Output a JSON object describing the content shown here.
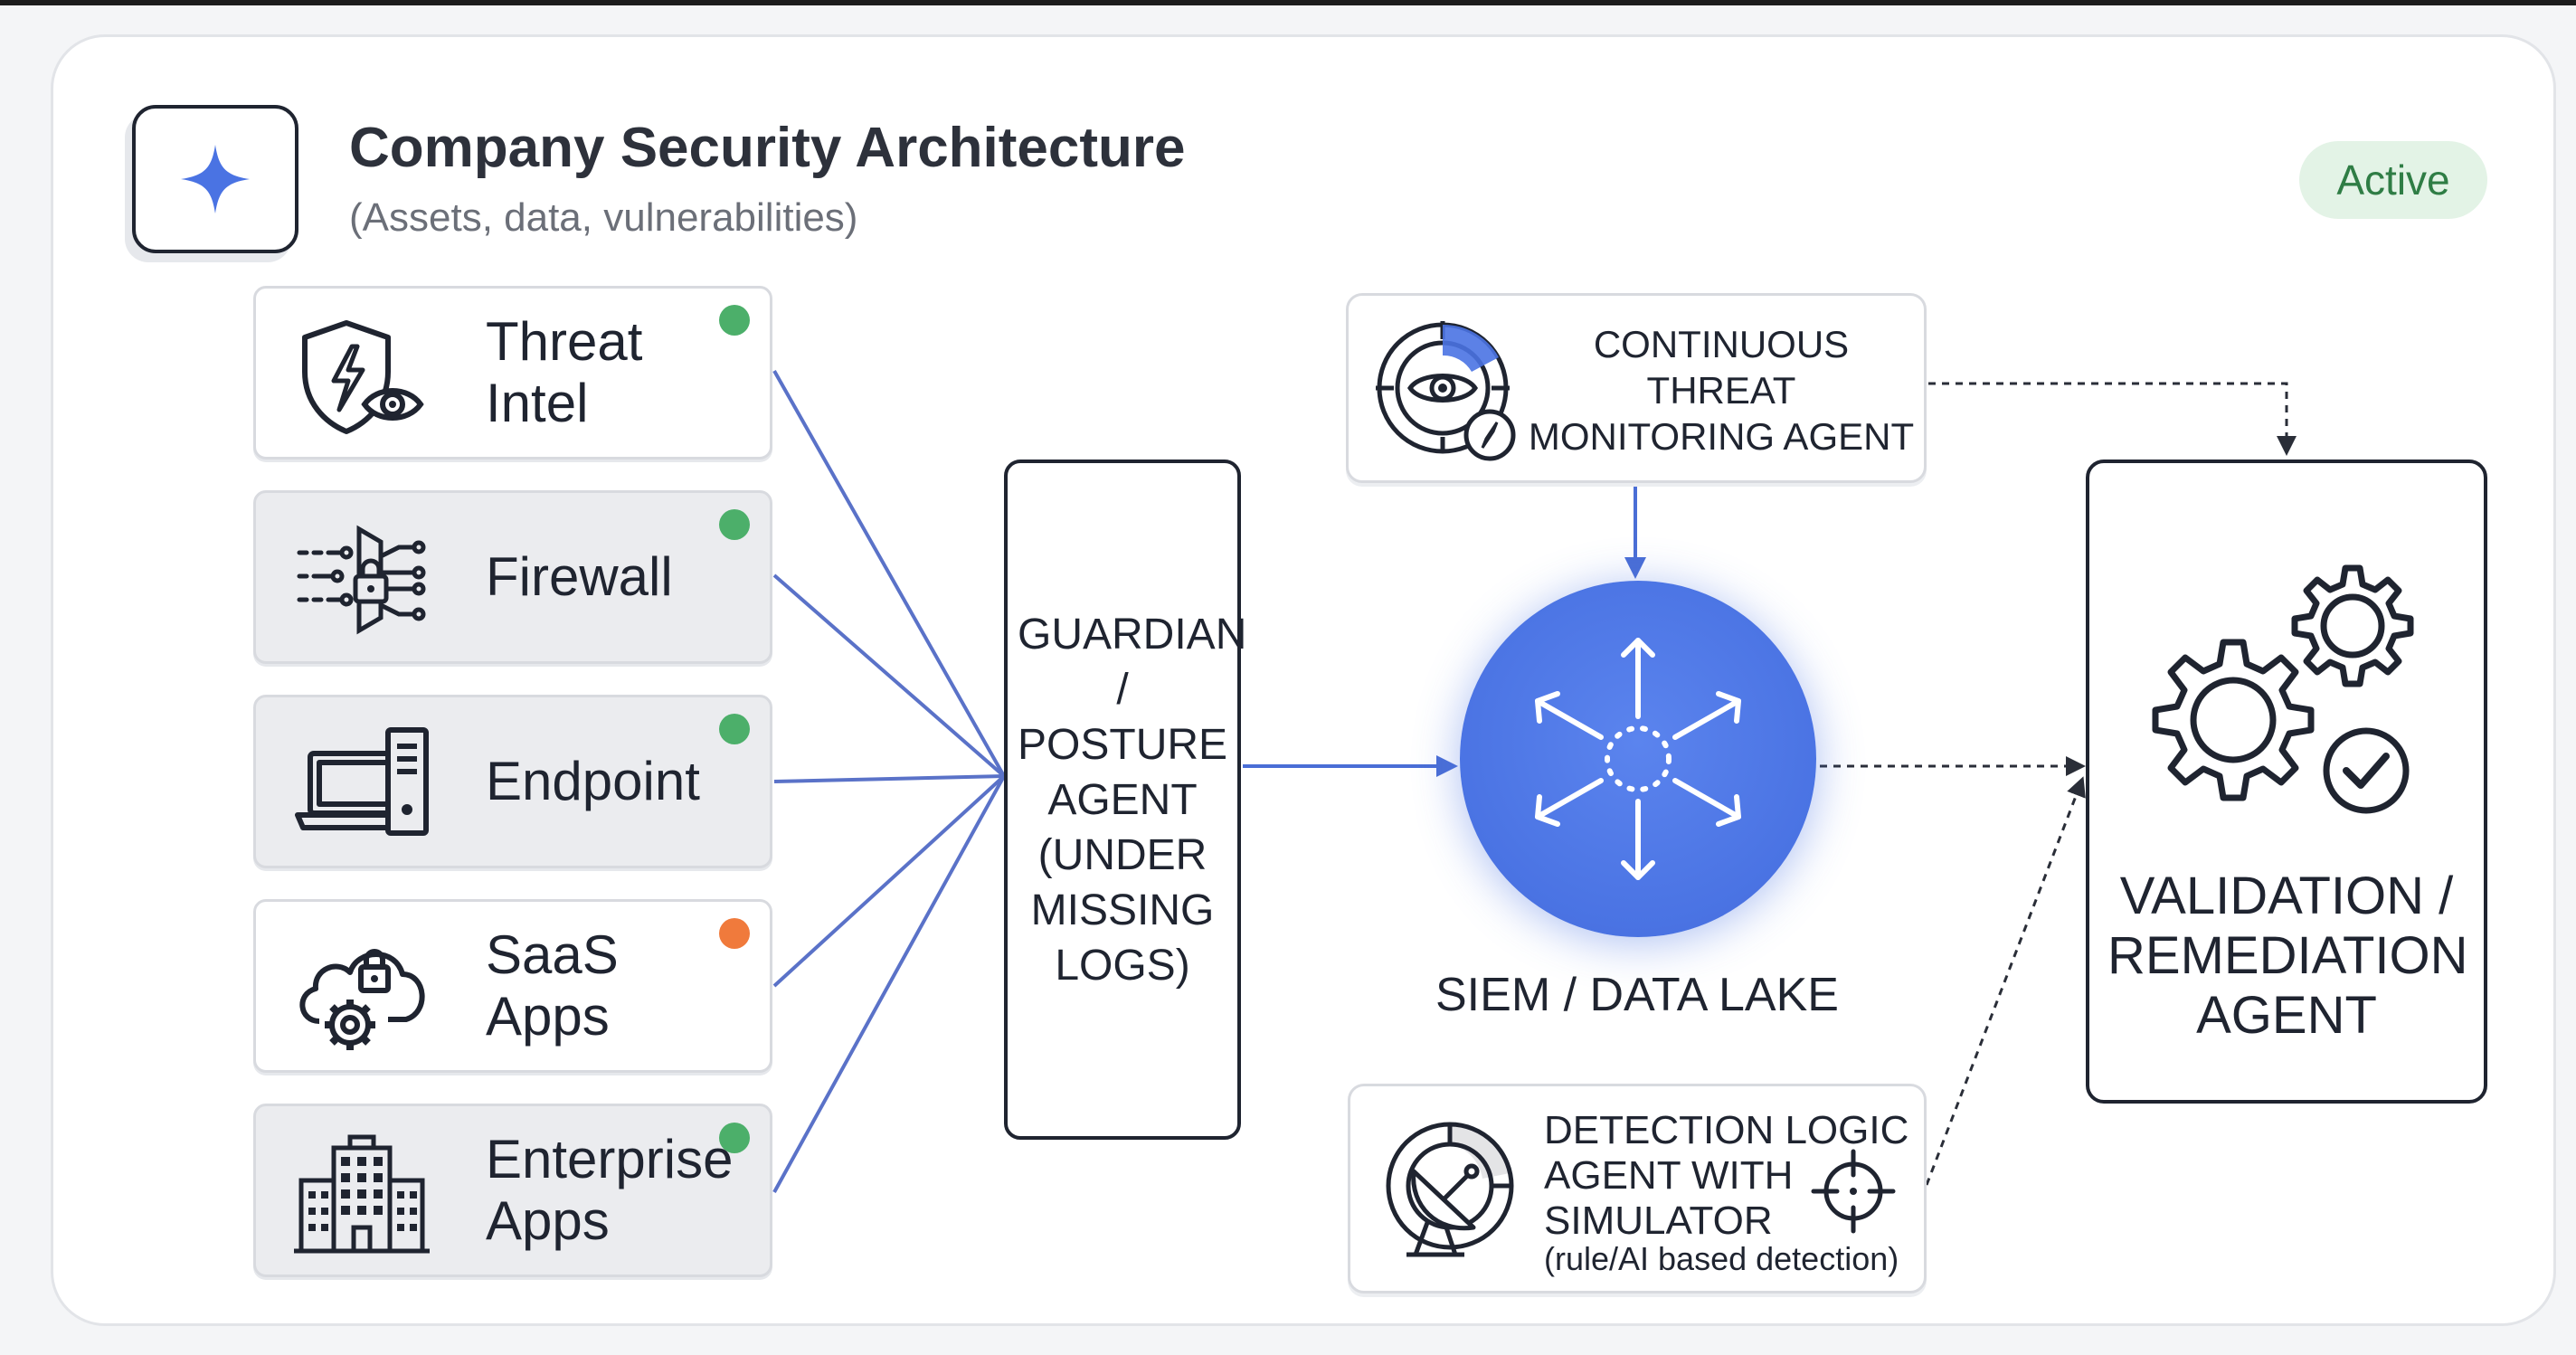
{
  "header": {
    "title": "Company Security Architecture",
    "subtitle": "(Assets, data, vulnerabilities)",
    "status_badge": "Active",
    "logo_icon": "sparkle-icon"
  },
  "sources": [
    {
      "label": "Threat\nIntel",
      "icon": "shield-eye-icon",
      "status_color": "#4caf6a"
    },
    {
      "label": "Firewall",
      "icon": "firewall-lock-icon",
      "status_color": "#4caf6a"
    },
    {
      "label": "Endpoint",
      "icon": "laptop-tower-icon",
      "status_color": "#4caf6a"
    },
    {
      "label": "SaaS\nApps",
      "icon": "cloud-lock-gear-icon",
      "status_color": "#f07a3c"
    },
    {
      "label": "Enterprise\nApps",
      "icon": "building-icon",
      "status_color": "#4caf6a"
    }
  ],
  "guardian": {
    "label": "GUARDIAN / POSTURE AGENT (UNDER MISSING LOGS)"
  },
  "monitoring_agent": {
    "label": "CONTINUOUS THREAT MONITORING AGENT",
    "icon": "radar-eye-icon"
  },
  "siem": {
    "label": "SIEM / DATA LAKE",
    "icon": "distribute-arrows-icon"
  },
  "detection_agent": {
    "label": "DETECTION LOGIC\nAGENT WITH\nSIMULATOR",
    "note": "(rule/AI based detection)",
    "icons": [
      "satellite-dish-icon",
      "crosshair-icon"
    ]
  },
  "validation_agent": {
    "label": "VALIDATION / REMEDIATION AGENT",
    "icon": "gears-check-icon"
  },
  "colors": {
    "accent": "#4a73e3",
    "connector": "#5a72c8",
    "ok": "#4caf6a",
    "warn": "#f07a3c",
    "badge_bg": "#e3f3e6"
  }
}
